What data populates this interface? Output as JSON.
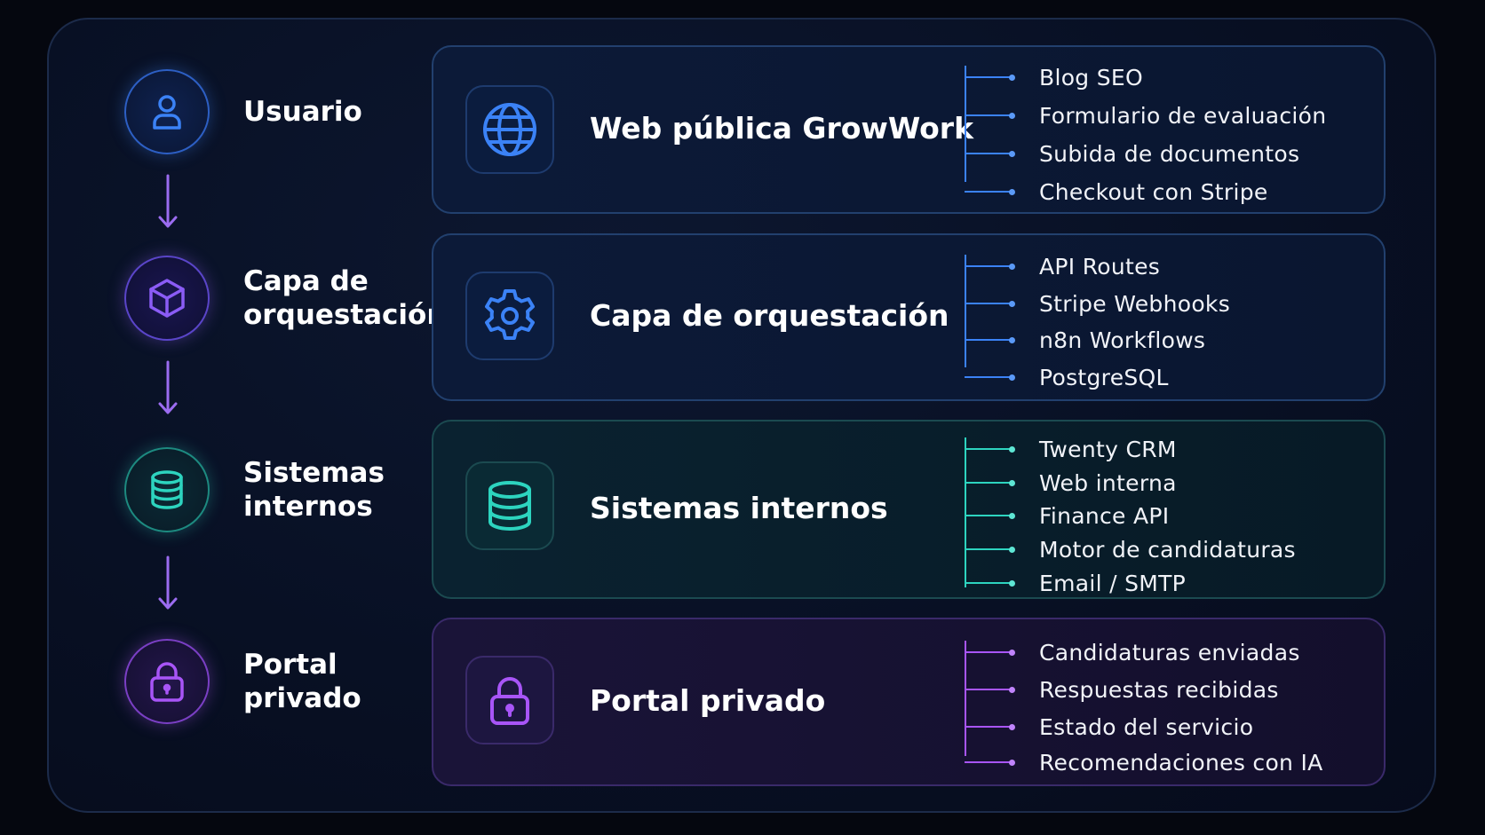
{
  "colors": {
    "blue": "#3b82f6",
    "violet": "#8b5cf6",
    "teal": "#2dd4bf",
    "purple": "#a855f7",
    "arrow": "#9b6cf0"
  },
  "steps": [
    {
      "label": "Usuario",
      "icon": "user-icon"
    },
    {
      "label": "Capa de\norquestación",
      "icon": "cube-icon"
    },
    {
      "label": "Sistemas\ninternos",
      "icon": "database-icon"
    },
    {
      "label": "Portal\nprivado",
      "icon": "lock-icon"
    }
  ],
  "cards": [
    {
      "title": "Web pública GrowWork",
      "icon": "globe-icon",
      "items": [
        "Blog SEO",
        "Formulario de evaluación",
        "Subida de documentos",
        "Checkout con Stripe"
      ]
    },
    {
      "title": "Capa de orquestación",
      "icon": "gear-icon",
      "items": [
        "API Routes",
        "Stripe Webhooks",
        "n8n Workflows",
        "PostgreSQL"
      ]
    },
    {
      "title": "Sistemas internos",
      "icon": "database-icon",
      "items": [
        "Twenty CRM",
        "Web interna",
        "Finance API",
        "Motor de candidaturas",
        "Email / SMTP"
      ]
    },
    {
      "title": "Portal privado",
      "icon": "lock-icon",
      "items": [
        "Candidaturas enviadas",
        "Respuestas recibidas",
        "Estado del servicio",
        "Recomendaciones con IA"
      ]
    }
  ]
}
